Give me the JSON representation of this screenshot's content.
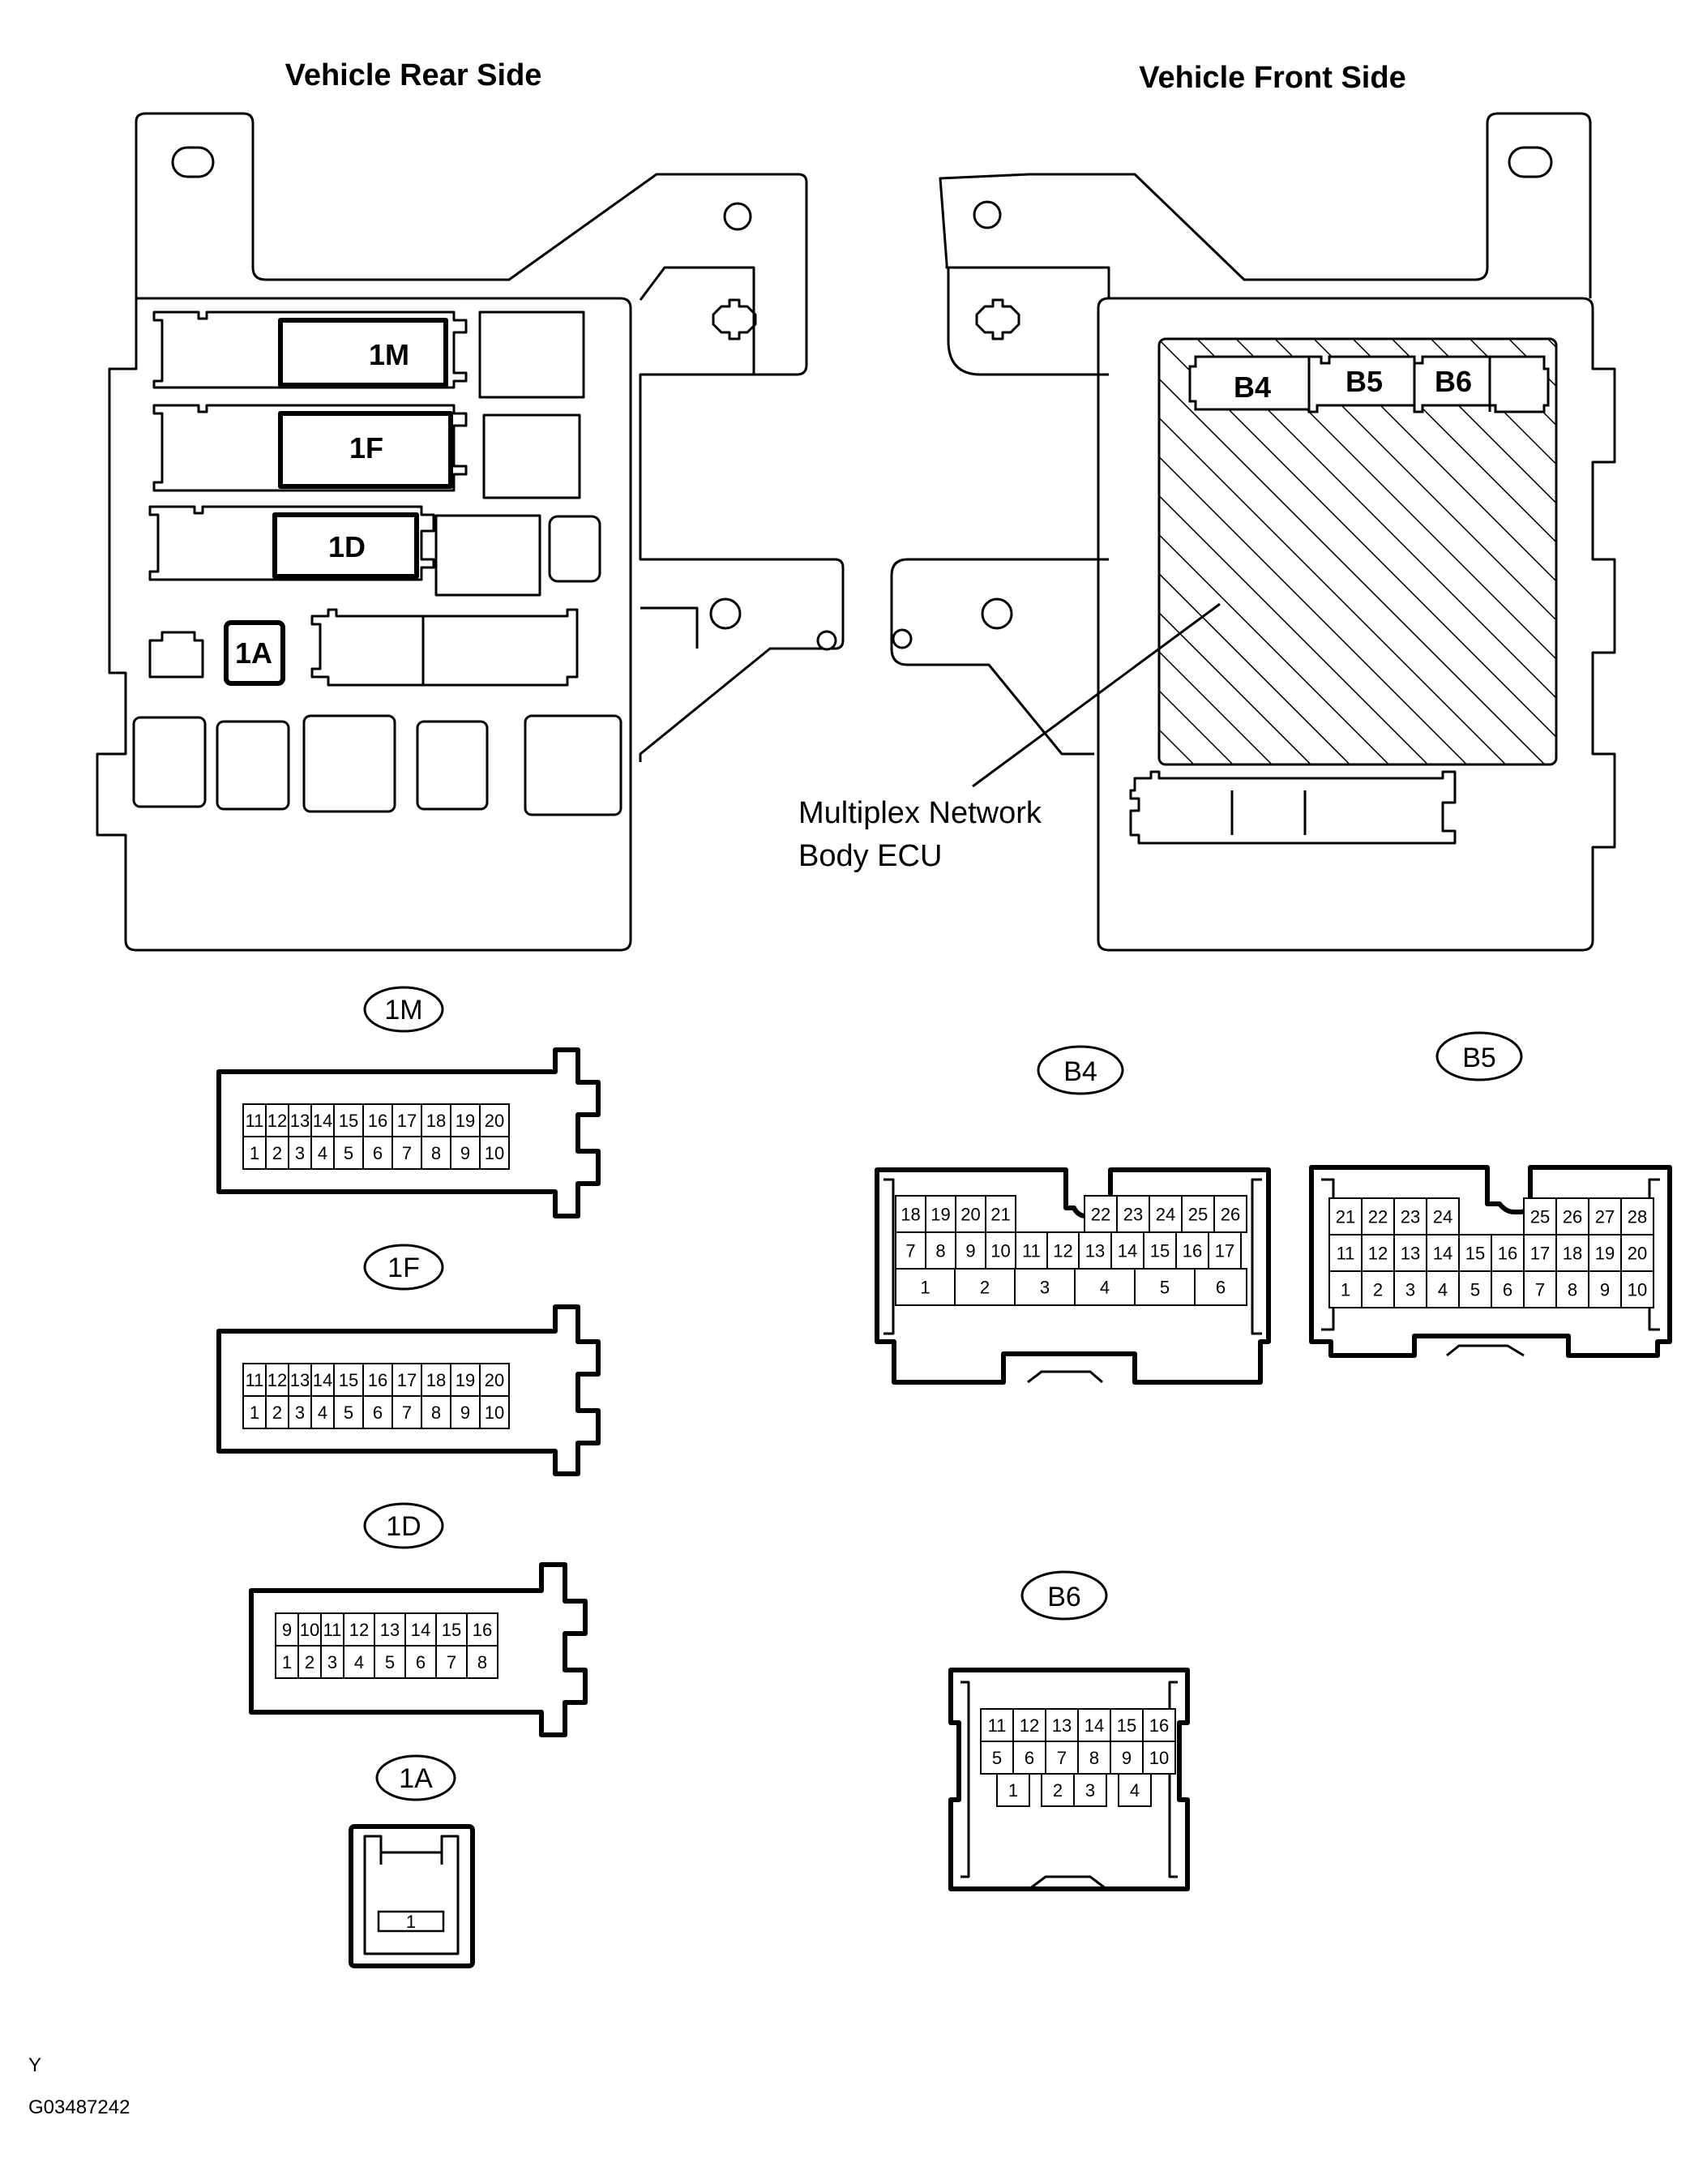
{
  "titles": {
    "rear": "Vehicle Rear Side",
    "front": "Vehicle Front Side"
  },
  "rear_slots": {
    "m1": "1M",
    "f1": "1F",
    "d1": "1D",
    "a1": "1A"
  },
  "front_slots": {
    "b4": "B4",
    "b5": "B5",
    "b6": "B6"
  },
  "ecu_label": {
    "line1": "Multiplex Network",
    "line2": "Body ECU"
  },
  "connectors": {
    "m1": {
      "label": "1M",
      "pins_top": [
        "11",
        "12",
        "13",
        "14",
        "15",
        "16",
        "17",
        "18",
        "19",
        "20"
      ],
      "pins_bottom": [
        "1",
        "2",
        "3",
        "4",
        "5",
        "6",
        "7",
        "8",
        "9",
        "10"
      ]
    },
    "f1": {
      "label": "1F",
      "pins_top": [
        "11",
        "12",
        "13",
        "14",
        "15",
        "16",
        "17",
        "18",
        "19",
        "20"
      ],
      "pins_bottom": [
        "1",
        "2",
        "3",
        "4",
        "5",
        "6",
        "7",
        "8",
        "9",
        "10"
      ]
    },
    "d1": {
      "label": "1D",
      "pins_top": [
        "9",
        "10",
        "11",
        "12",
        "13",
        "14",
        "15",
        "16"
      ],
      "pins_bottom": [
        "1",
        "2",
        "3",
        "4",
        "5",
        "6",
        "7",
        "8"
      ]
    },
    "a1": {
      "label": "1A",
      "pins": [
        "1"
      ]
    },
    "b4": {
      "label": "B4",
      "pins_row1_left": [
        "18",
        "19",
        "20",
        "21"
      ],
      "pins_row1_right": [
        "22",
        "23",
        "24",
        "25",
        "26"
      ],
      "pins_row2": [
        "7",
        "8",
        "9",
        "10",
        "11",
        "12",
        "13",
        "14",
        "15",
        "16",
        "17"
      ],
      "pins_row3": [
        "1",
        "2",
        "3",
        "4",
        "5",
        "6"
      ]
    },
    "b5": {
      "label": "B5",
      "pins_row1_left": [
        "21",
        "22",
        "23",
        "24"
      ],
      "pins_row1_right": [
        "25",
        "26",
        "27",
        "28"
      ],
      "pins_row2": [
        "11",
        "12",
        "13",
        "14",
        "15",
        "16",
        "17",
        "18",
        "19",
        "20"
      ],
      "pins_row3": [
        "1",
        "2",
        "3",
        "4",
        "5",
        "6",
        "7",
        "8",
        "9",
        "10"
      ]
    },
    "b6": {
      "label": "B6",
      "pins_row1": [
        "11",
        "12",
        "13",
        "14",
        "15",
        "16"
      ],
      "pins_row2": [
        "5",
        "6",
        "7",
        "8",
        "9",
        "10"
      ],
      "pins_row3": [
        "1",
        "2",
        "3",
        "4"
      ]
    }
  },
  "footer": {
    "letter": "Y",
    "code": "G03487242"
  }
}
